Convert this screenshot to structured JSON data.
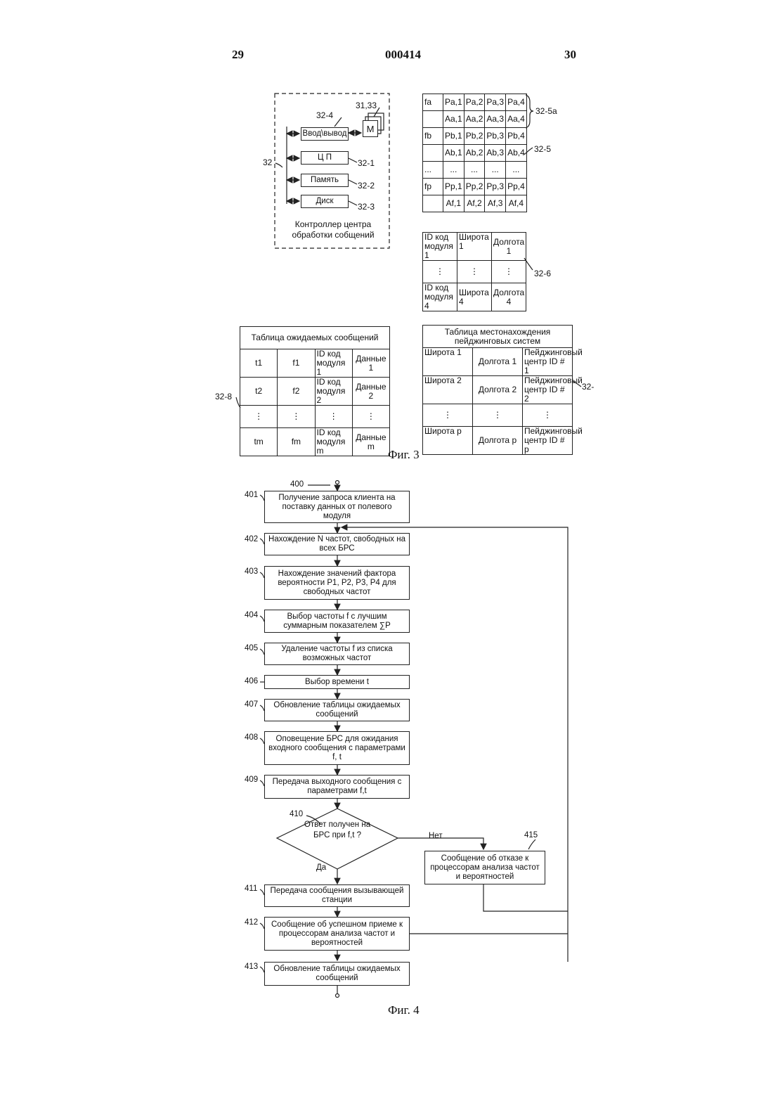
{
  "header": {
    "page_left": "29",
    "patent_number": "000414",
    "page_right": "30"
  },
  "fig3": {
    "caption": "Фиг. 3",
    "controller": {
      "ref": "32",
      "io_ref": "32-4",
      "io_label": "Ввод\\вывод",
      "modem_ref": "31,33",
      "modem_label": "M",
      "cpu_label": "Ц П",
      "cpu_ref": "32-1",
      "memory_label": "Память",
      "memory_ref": "32-2",
      "disk_label": "Диск",
      "disk_ref": "32-3",
      "caption": "Контроллер центра обработки собщений"
    },
    "prob_table": {
      "ref_a": "32-5a",
      "ref": "32-5",
      "rows": [
        [
          "fa",
          "Pa,1",
          "Pa,2",
          "Pa,3",
          "Pa,4"
        ],
        [
          "",
          "Aa,1",
          "Aa,2",
          "Aa,3",
          "Aa,4"
        ],
        [
          "fb",
          "Pb,1",
          "Pb,2",
          "Pb,3",
          "Pb,4"
        ],
        [
          "",
          "Ab,1",
          "Ab,2",
          "Ab,3",
          "Ab,4"
        ],
        [
          "...",
          "...",
          "...",
          "...",
          "..."
        ],
        [
          "fp",
          "Pp,1",
          "Pp,2",
          "Pp,3",
          "Pp,4"
        ],
        [
          "",
          "Af,1",
          "Af,2",
          "Af,3",
          "Af,4"
        ]
      ]
    },
    "module_table": {
      "ref": "32-6",
      "rows": [
        [
          "ID код модуля 1",
          "Широта 1",
          "Долгота 1"
        ],
        [
          "⋮",
          "⋮",
          "⋮"
        ],
        [
          "ID код модуля 4",
          "Широта 4",
          "Долгота 4"
        ]
      ]
    },
    "expected_table": {
      "ref": "32-8",
      "title": "Таблица ожидаемых сообщений",
      "rows": [
        [
          "t1",
          "f1",
          "ID код модуля 1",
          "Данные 1"
        ],
        [
          "t2",
          "f2",
          "ID код модуля 2",
          "Данные 2"
        ],
        [
          "⋮",
          "⋮",
          "⋮",
          "⋮"
        ],
        [
          "tm",
          "fm",
          "ID код модуля m",
          "Данные m"
        ]
      ]
    },
    "paging_table": {
      "ref": "32-",
      "title": "Таблица местонахождения пейджинговых систем",
      "rows": [
        [
          "Широта 1",
          "Долгота 1",
          "Пейджинговый центр ID # 1"
        ],
        [
          "Широта 2",
          "Долгота 2",
          "Пейджинговый центр ID # 2"
        ],
        [
          "⋮",
          "⋮",
          "⋮"
        ],
        [
          "Широта p",
          "Долгота p",
          "Пейджинговый центр ID # p"
        ]
      ]
    }
  },
  "fig4": {
    "caption": "Фиг. 4",
    "start_ref": "400",
    "steps": [
      {
        "ref": "401",
        "text": "Получение запроса клиента на поставку данных от полевого модуля"
      },
      {
        "ref": "402",
        "text": "Нахождение N частот, свободных на всех БРС"
      },
      {
        "ref": "403",
        "text": "Нахождение значений фактора вероятности P1, P2, P3, P4 для свободных частот"
      },
      {
        "ref": "404",
        "text": "Выбор частоты f с лучшим суммарным показателем ∑P"
      },
      {
        "ref": "405",
        "text": "Удаление частоты f из списка возможных частот"
      },
      {
        "ref": "406",
        "text": "Выбор времени t"
      },
      {
        "ref": "407",
        "text": "Обновление таблицы ожидаемых сообщений"
      },
      {
        "ref": "408",
        "text": "Оповещение БРС для ожидания входного сообщения с параметрами f, t"
      },
      {
        "ref": "409",
        "text": "Передача выходного сообщения с параметрами f,t"
      },
      {
        "ref": "411",
        "text": "Передача сообщения вызывающей станции"
      },
      {
        "ref": "412",
        "text": "Сообщение об успешном приеме к процессорам анализа частот и вероятностей"
      },
      {
        "ref": "413",
        "text": "Обновление таблицы ожидаемых сообщений"
      }
    ],
    "decision": {
      "ref": "410",
      "text": "Ответ получен на БРС при f,t ?",
      "yes": "Да",
      "no": "Нет"
    },
    "failure": {
      "ref": "415",
      "text": "Сообщение об отказе к процессорам анализа частот и вероятностей"
    }
  }
}
